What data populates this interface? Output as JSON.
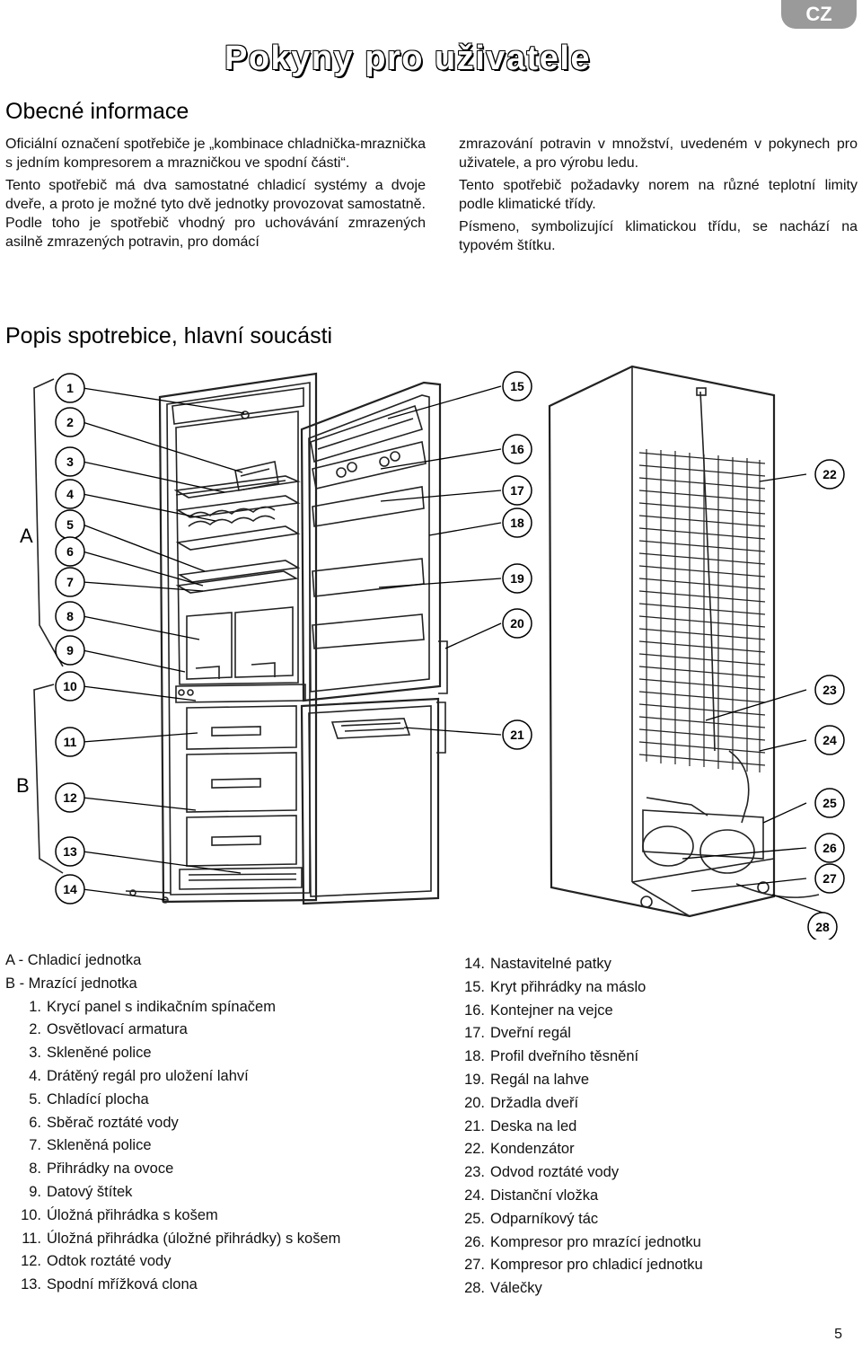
{
  "header": {
    "lang_badge": "CZ",
    "title": "Pokyny pro uživatele"
  },
  "general": {
    "heading": "Obecné informace",
    "left_paragraphs": [
      "Oficiální označení spotřebiče je „kombinace chladnička-mraznička s jedním kompresorem a mrazničkou ve spodní části“.",
      "Tento spotřebič má dva samostatné chladicí systémy a dvoje dveře, a proto je možné tyto dvě jednotky provozovat samostatně. Podle toho je spotřebič vhodný pro uchovávání zmrazených asilně zmrazených potravin, pro domácí"
    ],
    "right_paragraphs": [
      "zmrazování potravin v množství, uvedeném v pokynech pro uživatele, a pro výrobu ledu.",
      "Tento spotřebič požadavky norem na různé teplotní limity podle klimatické třídy.",
      "Písmeno, symbolizující klimatickou třídu, se nachází na typovém štítku."
    ]
  },
  "description": {
    "heading": "Popis spotrebice, hlavní soucásti"
  },
  "diagram": {
    "group_a": "A",
    "group_b": "B",
    "callouts_left": [
      "1",
      "2",
      "3",
      "4",
      "5",
      "6",
      "7",
      "8",
      "9",
      "10",
      "11",
      "12",
      "13",
      "14"
    ],
    "callouts_mid": [
      "15",
      "16",
      "17",
      "18",
      "19",
      "20",
      "21"
    ],
    "callouts_right": [
      "22",
      "23",
      "24",
      "25",
      "26",
      "27",
      "28"
    ]
  },
  "legend": {
    "units": [
      "A - Chladicí jednotka",
      "B - Mrazící jednotka"
    ],
    "left": [
      {
        "n": "1.",
        "t": "Krycí panel s indikačním spínačem"
      },
      {
        "n": "2.",
        "t": "Osvětlovací armatura"
      },
      {
        "n": "3.",
        "t": "Skleněné police"
      },
      {
        "n": "4.",
        "t": "Drátěný regál pro uložení lahví"
      },
      {
        "n": "5.",
        "t": "Chladící plocha"
      },
      {
        "n": "6.",
        "t": "Sběrač roztáté vody"
      },
      {
        "n": "7.",
        "t": "Skleněná police"
      },
      {
        "n": "8.",
        "t": "Přihrádky na ovoce"
      },
      {
        "n": "9.",
        "t": "Datový štítek"
      },
      {
        "n": "10.",
        "t": "Úložná přihrádka s košem"
      },
      {
        "n": "11.",
        "t": "Úložná přihrádka (úložné přihrádky) s košem"
      },
      {
        "n": "12.",
        "t": "Odtok roztáté vody"
      },
      {
        "n": "13.",
        "t": "Spodní mřížková clona"
      }
    ],
    "right": [
      {
        "n": "14.",
        "t": "Nastavitelné patky"
      },
      {
        "n": "15.",
        "t": "Kryt přihrádky na máslo"
      },
      {
        "n": "16.",
        "t": "Kontejner na vejce"
      },
      {
        "n": "17.",
        "t": "Dveřní regál"
      },
      {
        "n": "18.",
        "t": "Profil dveřního těsnění"
      },
      {
        "n": "19.",
        "t": "Regál na lahve"
      },
      {
        "n": "20.",
        "t": "Držadla dveří"
      },
      {
        "n": "21.",
        "t": "Deska na led"
      },
      {
        "n": "22.",
        "t": "Kondenzátor"
      },
      {
        "n": "23.",
        "t": "Odvod roztáté vody"
      },
      {
        "n": "24.",
        "t": "Distanční vložka"
      },
      {
        "n": "25.",
        "t": "Odparníkový tác"
      },
      {
        "n": "26.",
        "t": "Kompresor pro mrazící jednotku"
      },
      {
        "n": "27.",
        "t": "Kompresor pro chladicí jednotku"
      },
      {
        "n": "28.",
        "t": "Válečky"
      }
    ]
  },
  "footer": {
    "page_number": "5"
  }
}
